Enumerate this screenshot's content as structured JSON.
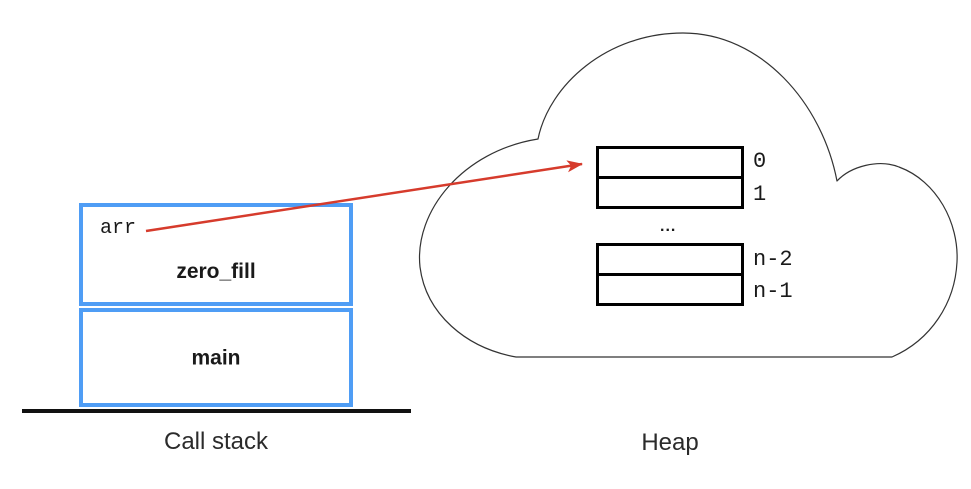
{
  "stack": {
    "caption": "Call stack",
    "frames": [
      {
        "label": "zero_fill",
        "variable": "arr"
      },
      {
        "label": "main"
      }
    ]
  },
  "heap": {
    "caption": "Heap",
    "cell_labels": [
      "0",
      "1",
      "n-2",
      "n-1"
    ],
    "ellipsis": "..."
  },
  "colors": {
    "frame_border": "#4f9df5",
    "arrow": "#d63b2c",
    "cell_border": "#000000",
    "cloud_outline": "#333333",
    "ground_line": "#111111",
    "text": "#1a1a1a",
    "caption_text": "#2b2b2b"
  }
}
